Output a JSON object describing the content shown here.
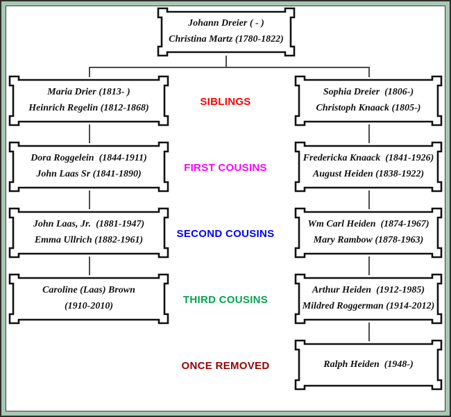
{
  "canvas": {
    "background": "#ffffff",
    "outer_border_color": "#2e2e2e",
    "green_frame_color": "#a6c8b2",
    "connector_color": "#4a4a4a",
    "box_border_color": "#111111"
  },
  "chart_data": {
    "type": "table",
    "title": "",
    "description_visible": false
  },
  "root_couple": {
    "line1": "Johann Dreier ( - )",
    "line2": "Christina Martz (1780-1822)"
  },
  "generations": [
    {
      "relationship": "SIBLINGS",
      "color": "#ff0000",
      "left": {
        "line1": "Maria Drier (1813- )",
        "line2": "Heinrich Regelin (1812-1868)"
      },
      "right": {
        "line1": "Sophia Dreier  (1806-)",
        "line2": "Christoph Knaack (1805-)"
      }
    },
    {
      "relationship": "FIRST COUSINS",
      "color": "#ff00ff",
      "left": {
        "line1": "Dora Roggelein  (1844-1911)",
        "line2": "John Laas Sr (1841-1890)"
      },
      "right": {
        "line1": "Fredericka Knaack  (1841-1926)",
        "line2": "August Heiden (1838-1922)"
      }
    },
    {
      "relationship": "SECOND COUSINS",
      "color": "#0000ff",
      "left": {
        "line1": "John Laas, Jr.  (1881-1947)",
        "line2": "Emma Ullrich (1882-1961)"
      },
      "right": {
        "line1": "Wm Carl Heiden  (1874-1967)",
        "line2": "Mary Rambow (1878-1963)"
      }
    },
    {
      "relationship": "THIRD COUSINS",
      "color": "#00a651",
      "left": {
        "line1": "Caroline (Laas) Brown",
        "line2": "(1910-2010)"
      },
      "right": {
        "line1": "Arthur Heiden  (1912-1985)",
        "line2": "Mildred Roggerman (1914-2012)"
      }
    },
    {
      "relationship": "ONCE REMOVED",
      "color": "#990000",
      "right": {
        "line1": "Ralph Heiden  (1948-)"
      }
    }
  ]
}
